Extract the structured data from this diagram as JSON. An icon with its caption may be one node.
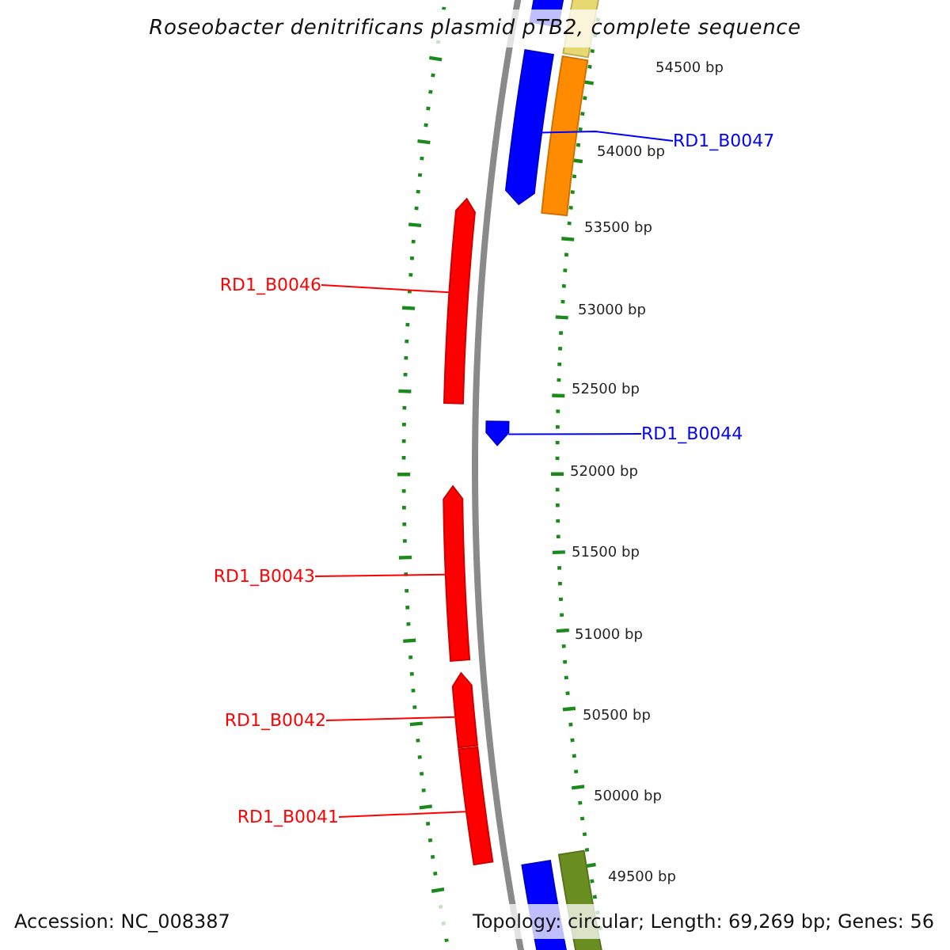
{
  "diagram": {
    "title": "Roseobacter denitrificans plasmid pTB2, complete sequence",
    "nodes": [
      {
        "text": [
          "RD1_B0047"
        ]
      },
      {
        "text": [],
        "shape": "bar"
      },
      {
        "text": [
          "RD1_B0046"
        ]
      },
      {
        "text": [],
        "shape": "bar"
      },
      {
        "text": [
          "RD1_B0044"
        ]
      },
      {
        "text": [],
        "shape": "bar"
      },
      {
        "text": [
          "RD1_B0043"
        ]
      },
      {
        "text": [],
        "shape": "bar"
      },
      {
        "text": [
          "RD1_B0042"
        ]
      },
      {
        "text": [],
        "shape": "bar"
      },
      {
        "text": [
          "RD1_B0041"
        ]
      },
      {
        "text": [],
        "shape": "bar"
      },
      {
        "text": [],
        "shape": "bar"
      },
      {
        "text": [],
        "shape": "bar"
      },
      {
        "text": [],
        "shape": "bar"
      },
      {
        "text": [],
        "shape": "bar"
      },
      {
        "text": [],
        "shape": "bar"
      }
    ],
    "edges": [
      {
        "from": 0,
        "to": 1,
        "arrow": "none",
        "color": "#0000ff"
      },
      {
        "from": 2,
        "to": 3,
        "arrow": "none"
      },
      {
        "from": 4,
        "to": 5,
        "arrow": "none",
        "color": "#0000ff"
      },
      {
        "from": 6,
        "to": 7,
        "arrow": "none"
      },
      {
        "from": 8,
        "to": 9,
        "arrow": "none"
      },
      {
        "from": 10,
        "to": 11,
        "arrow": "none"
      }
    ],
    "labels": [
      "54500 bp",
      "54000 bp",
      "53500 bp",
      "53000 bp",
      "52500 bp",
      "52000 bp",
      "51500 bp",
      "51000 bp",
      "50500 bp",
      "50000 bp",
      "49500 bp",
      "Accession: NC_008387",
      "Topology: circular; Length: 69,269 bp; Genes: 56"
    ]
  }
}
